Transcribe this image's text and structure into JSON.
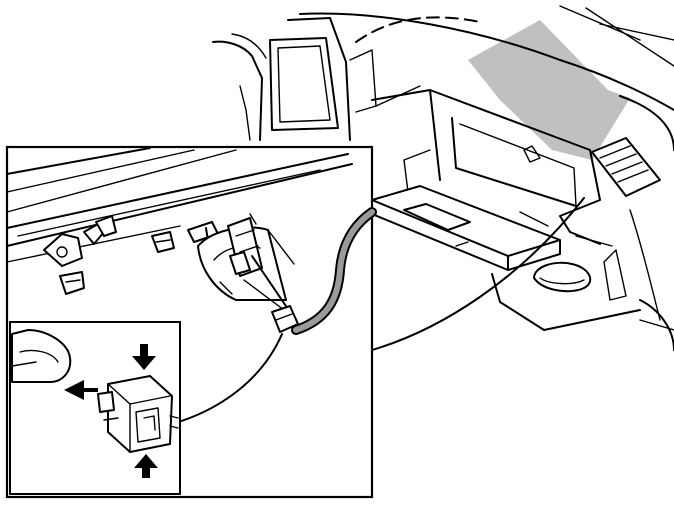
{
  "figure": {
    "kind": "technical-illustration",
    "subject": "glovebox-area-with-detail-inset",
    "colors": {
      "line": "#000000",
      "background": "#ffffff",
      "shade": "#c0c0c0",
      "cable": "#9a9a9a"
    },
    "arrows": {
      "count": 3,
      "directions": [
        "down",
        "left",
        "up"
      ]
    }
  }
}
